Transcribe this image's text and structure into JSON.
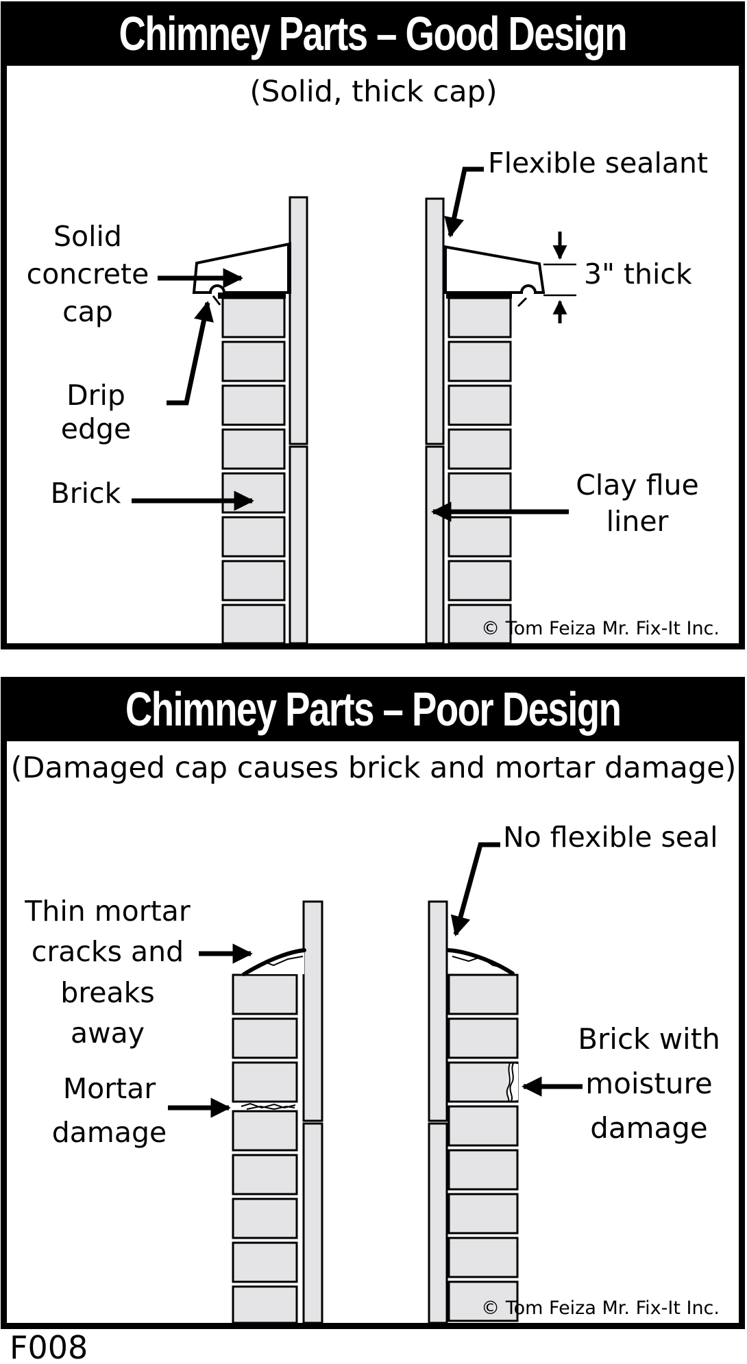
{
  "figure_code": "F008",
  "copyright": "© Tom Feiza Mr. Fix-It Inc.",
  "colors": {
    "line": "#000000",
    "masonry_fill": "#e4e4e6",
    "banner_bg": "#000000",
    "banner_text": "#ffffff",
    "background": "#ffffff"
  },
  "panels": {
    "good": {
      "title": "Chimney Parts – Good Design",
      "subtitle": "(Solid, thick cap)",
      "labels": {
        "flexible_sealant": "Flexible sealant",
        "solid_concrete_cap": "Solid\nconcrete\ncap",
        "cap_thickness": "3\" thick",
        "drip_edge": "Drip edge",
        "brick": "Brick",
        "clay_flue_liner": "Clay flue\nliner"
      }
    },
    "poor": {
      "title": "Chimney Parts – Poor Design",
      "subtitle": "(Damaged cap causes brick and mortar damage)",
      "labels": {
        "no_flexible_seal": "No flexible seal",
        "thin_mortar": "Thin mortar\ncracks and\nbreaks away",
        "mortar_damage": "Mortar\ndamage",
        "brick_moisture": "Brick with\nmoisture\ndamage"
      }
    }
  }
}
